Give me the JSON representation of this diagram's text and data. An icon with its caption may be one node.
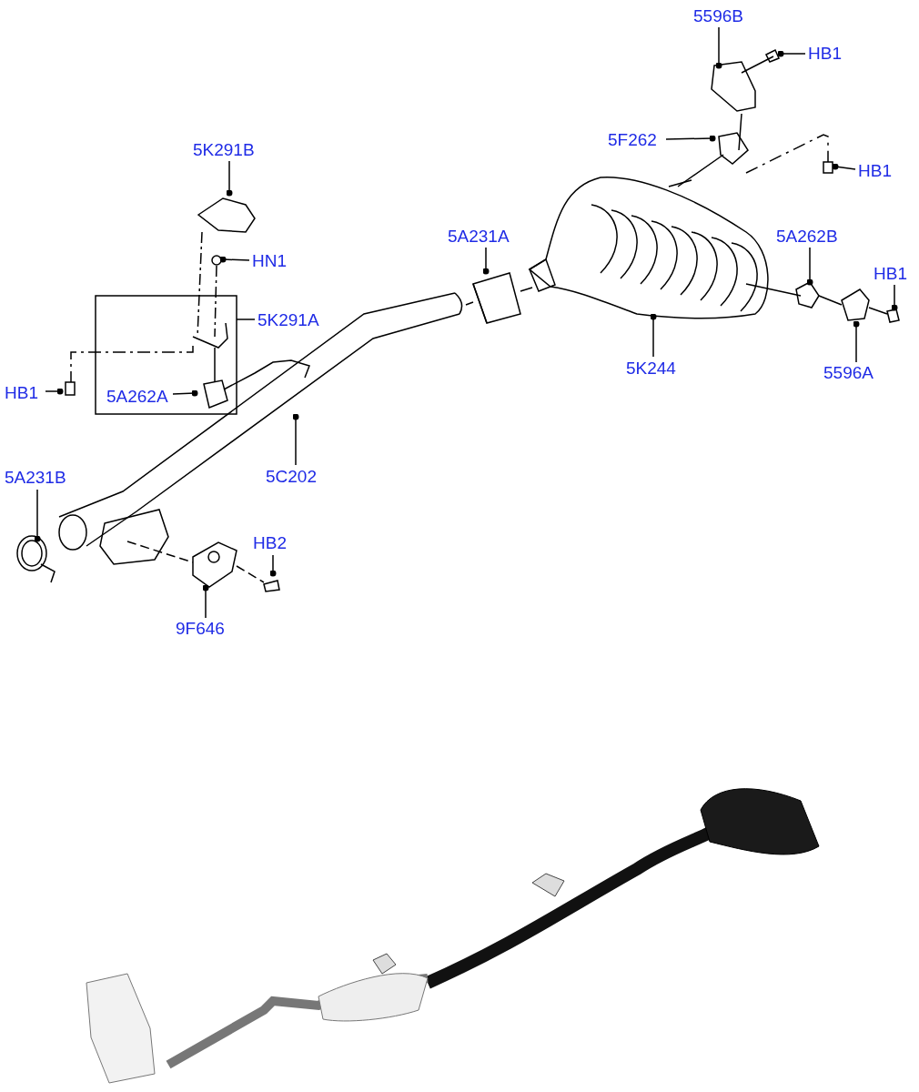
{
  "diagram": {
    "nodes": [
      {
        "text": [
          "5596B"
        ]
      },
      {
        "text": [
          "HB1"
        ]
      },
      {
        "text": [
          "5F262"
        ]
      },
      {
        "text": [
          "HB1"
        ]
      },
      {
        "text": [
          "5K291B"
        ]
      },
      {
        "text": [
          "5A231A"
        ]
      },
      {
        "text": [
          "5A262B"
        ]
      },
      {
        "text": [
          "HN1"
        ]
      },
      {
        "text": [
          "HB1"
        ]
      },
      {
        "text": [
          "5K291A"
        ]
      },
      {
        "text": [
          "HB1"
        ]
      },
      {
        "text": [
          "5A262A"
        ]
      },
      {
        "text": [
          "5K244"
        ]
      },
      {
        "text": [
          "5596A"
        ]
      },
      {
        "text": [
          "5C202"
        ]
      },
      {
        "text": [
          "5A231B"
        ]
      },
      {
        "text": [
          "HB2"
        ]
      },
      {
        "text": [
          "9F646"
        ]
      }
    ],
    "edges": [
      {
        "from": 0,
        "to": null,
        "arrow": "other"
      },
      {
        "from": 1,
        "to": null,
        "arrow": "other"
      },
      {
        "from": 2,
        "to": null,
        "arrow": "other"
      },
      {
        "from": 3,
        "to": null,
        "arrow": "other"
      },
      {
        "from": 4,
        "to": null,
        "arrow": "other"
      },
      {
        "from": 5,
        "to": null,
        "arrow": "other"
      },
      {
        "from": 6,
        "to": null,
        "arrow": "other"
      },
      {
        "from": 7,
        "to": null,
        "arrow": "other"
      },
      {
        "from": 8,
        "to": null,
        "arrow": "other"
      },
      {
        "from": 9,
        "to": null,
        "arrow": "none"
      },
      {
        "from": 10,
        "to": null,
        "arrow": "other"
      },
      {
        "from": 11,
        "to": null,
        "arrow": "other"
      },
      {
        "from": 12,
        "to": null,
        "arrow": "other"
      },
      {
        "from": 13,
        "to": null,
        "arrow": "other"
      },
      {
        "from": 14,
        "to": null,
        "arrow": "other"
      },
      {
        "from": 15,
        "to": null,
        "arrow": "other"
      },
      {
        "from": 16,
        "to": null,
        "arrow": "other"
      },
      {
        "from": 17,
        "to": null,
        "arrow": "other"
      }
    ]
  }
}
